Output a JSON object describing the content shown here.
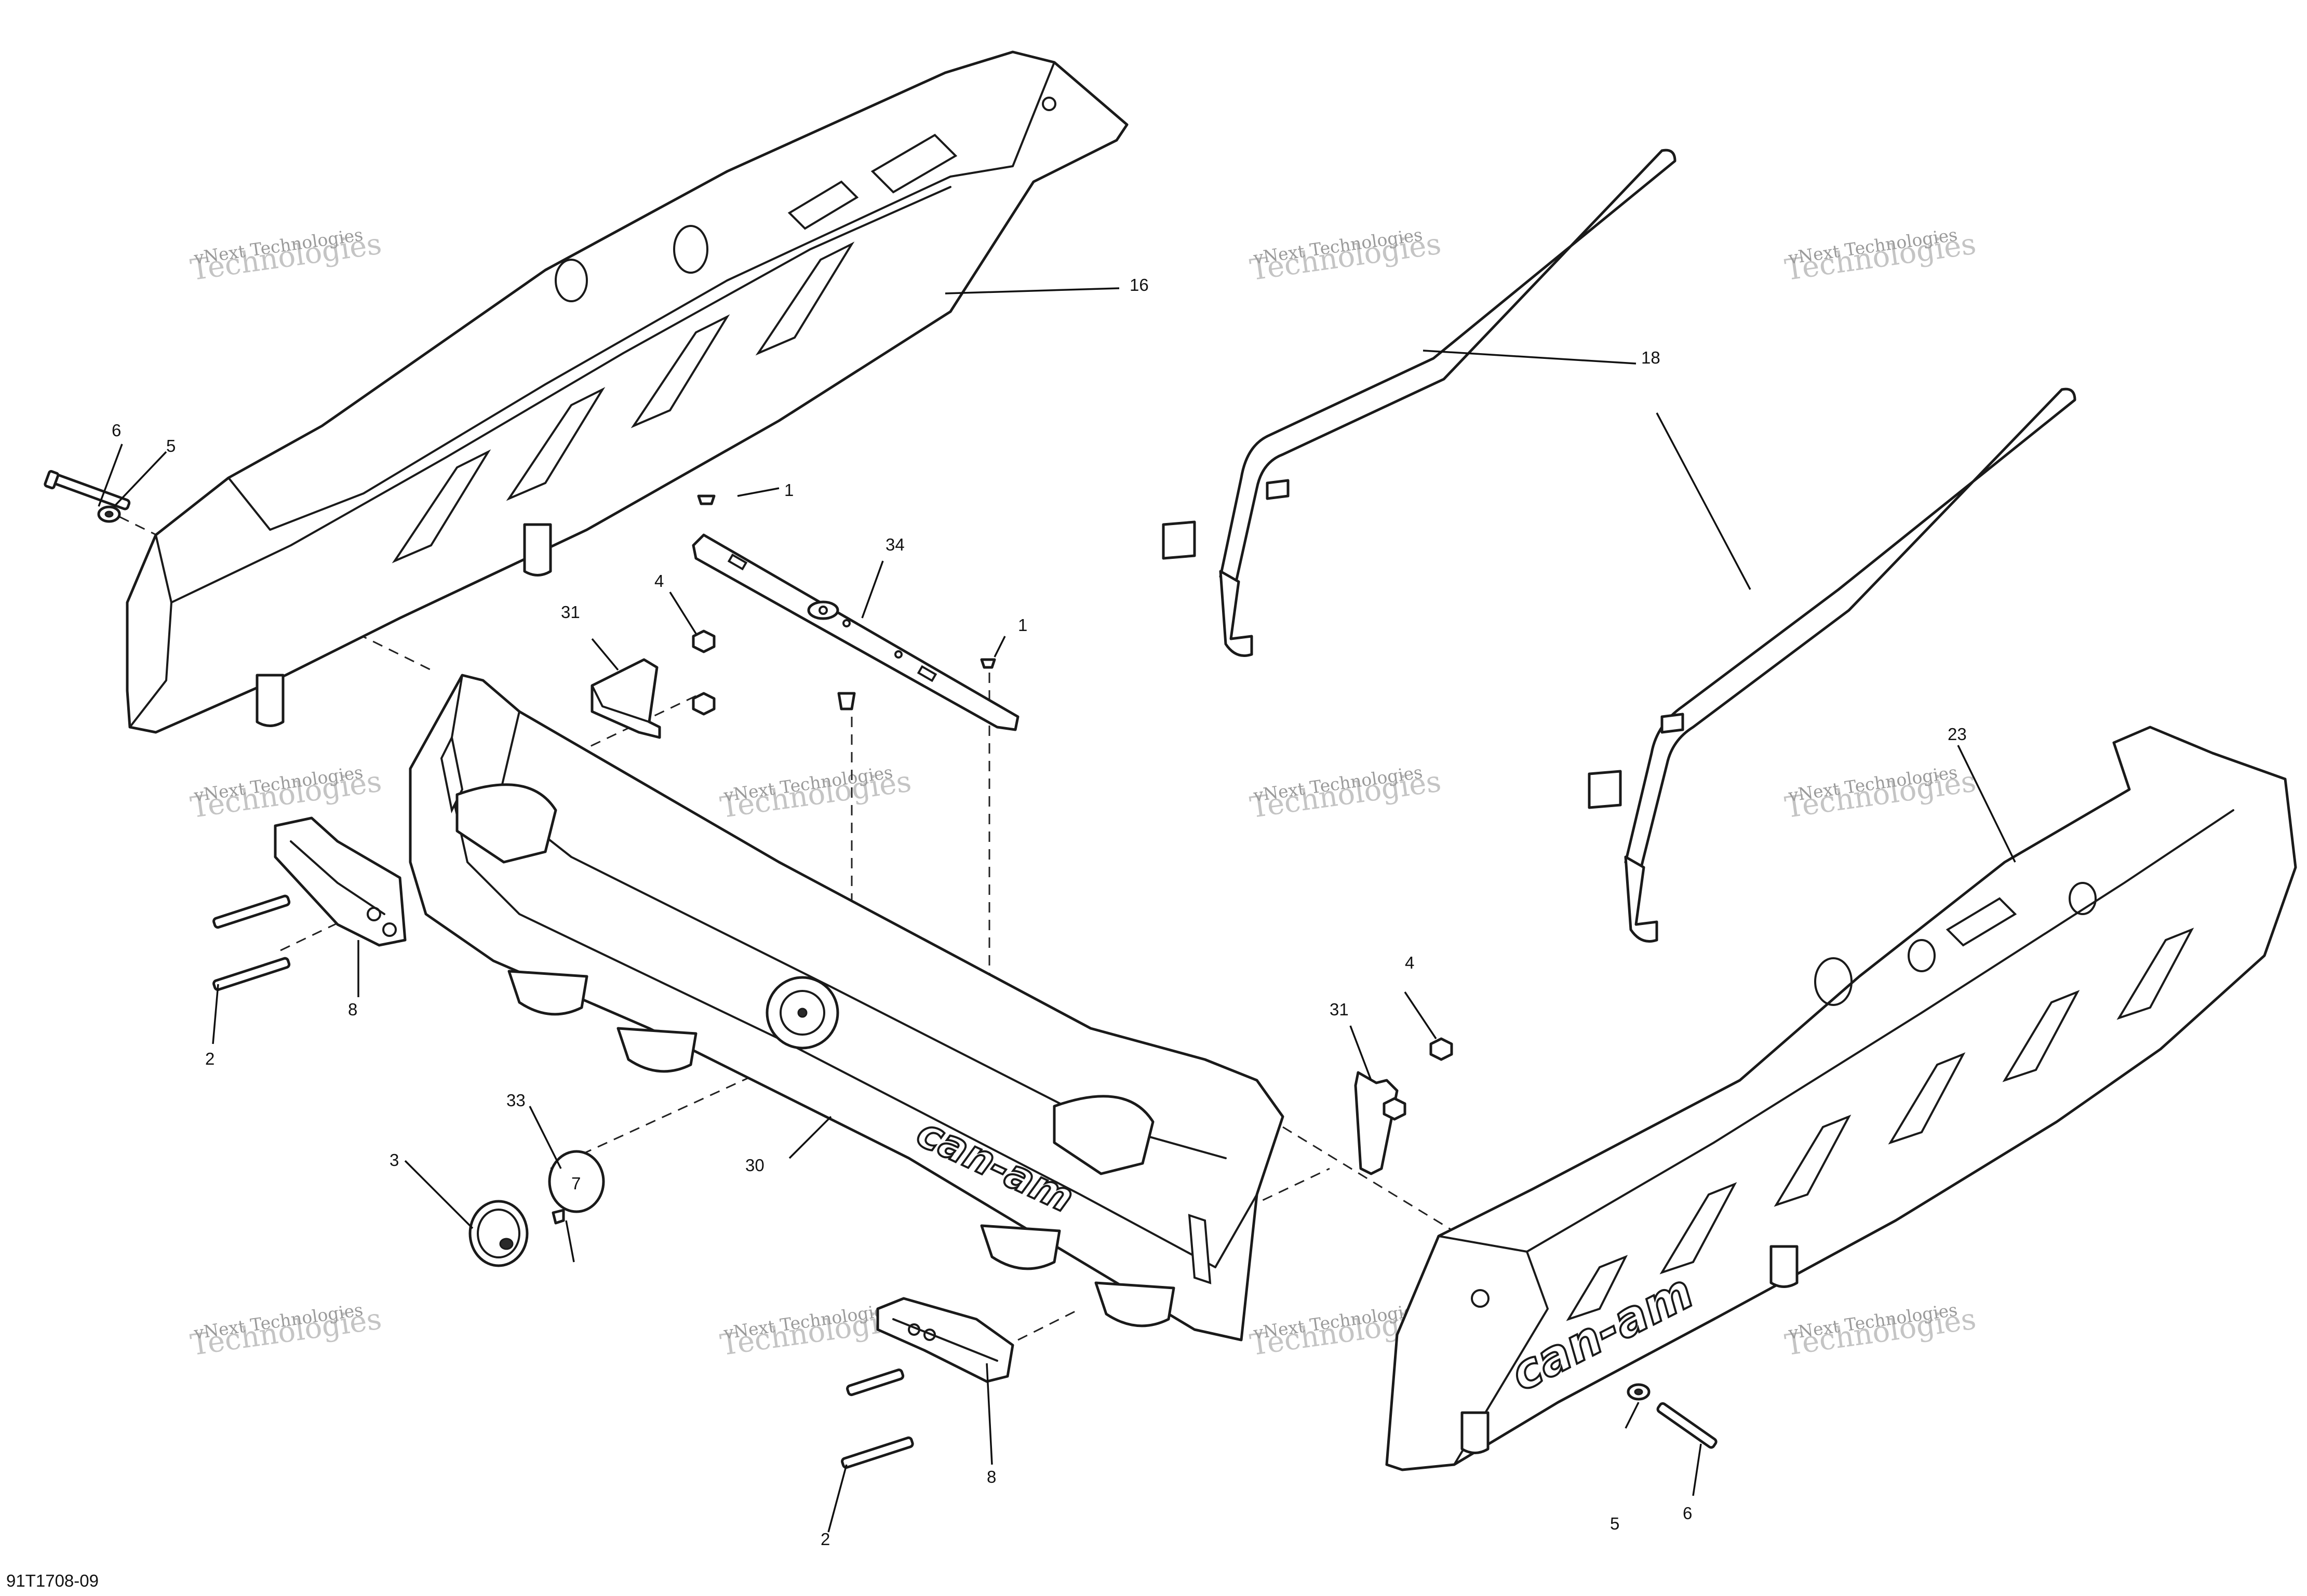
{
  "document_code": "91T1708-09",
  "watermark": {
    "line1": "vNext Technologies",
    "line2": "Technologies"
  },
  "brand_logo_text": "can-am",
  "callouts": {
    "c1a": "1",
    "c1b": "1",
    "c2a": "2",
    "c2b": "2",
    "c3": "3",
    "c4a": "4",
    "c4b": "4",
    "c5a": "5",
    "c5b": "5",
    "c6a": "6",
    "c6b": "6",
    "c7": "7",
    "c8a": "8",
    "c8b": "8",
    "c16": "16",
    "c18": "18",
    "c23": "23",
    "c30": "30",
    "c31a": "31",
    "c31b": "31",
    "c33": "33",
    "c34": "34"
  }
}
